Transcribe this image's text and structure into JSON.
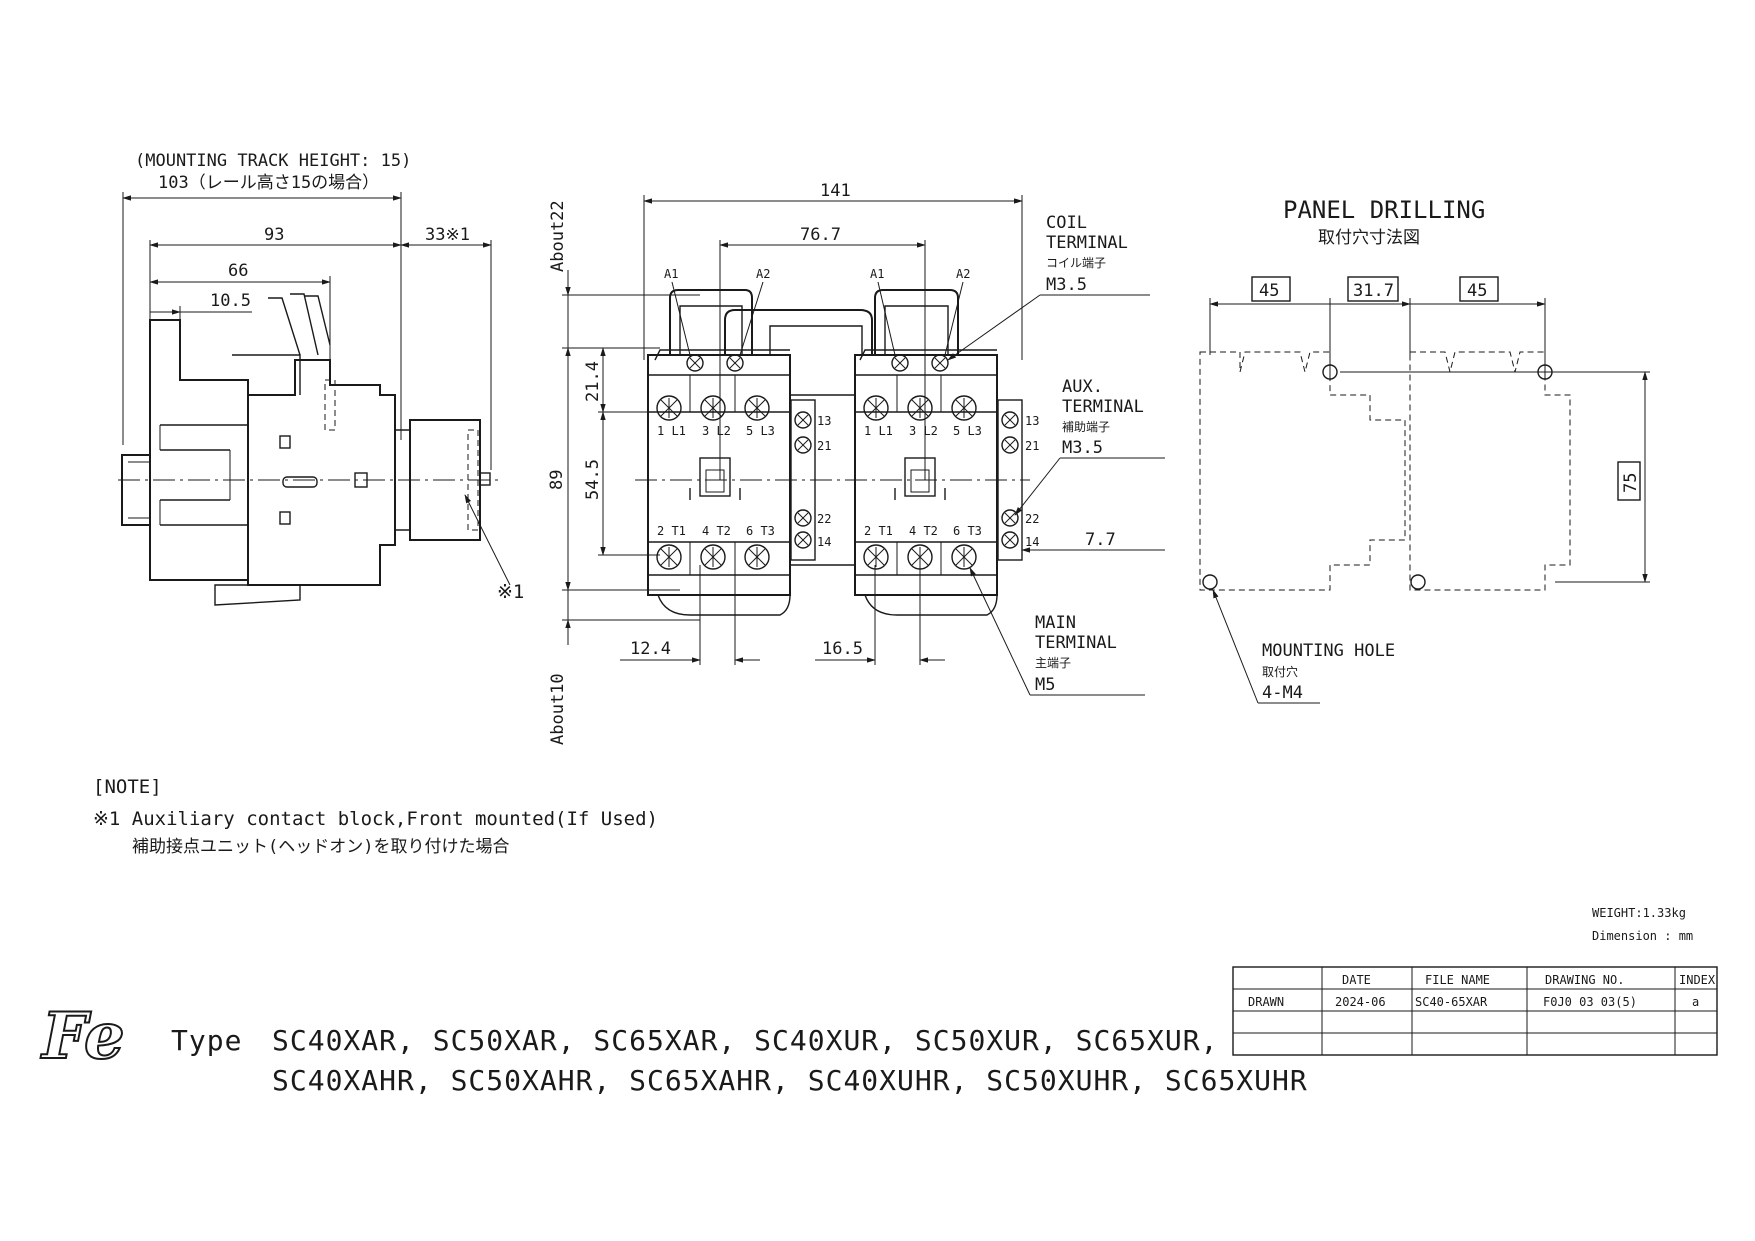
{
  "side_view": {
    "track_height_note": "(MOUNTING TRACK HEIGHT: 15)",
    "overall_dim": "103（レール高さ15の場合）",
    "dims": {
      "d93": "93",
      "d66": "66",
      "d10_5": "10.5",
      "d33": "33※1"
    },
    "callout": "※1"
  },
  "front_view": {
    "dims": {
      "width_141": "141",
      "pitch_76_7": "76.7",
      "about22": "About22",
      "about10": "About10",
      "h89": "89",
      "h21_4": "21.4",
      "h54_5": "54.5",
      "w12_4": "12.4",
      "w16_5": "16.5",
      "w7_7": "7.7"
    },
    "coil_terminal": {
      "line1": "COIL",
      "line2": "TERMINAL",
      "jp": "コイル端子",
      "size": "M3.5"
    },
    "aux_terminal": {
      "line1": "AUX.",
      "line2": "TERMINAL",
      "jp": "補助端子",
      "size": "M3.5"
    },
    "main_terminal": {
      "line1": "MAIN",
      "line2": "TERMINAL",
      "jp": "主端子",
      "size": "M5"
    },
    "terminal_labels": {
      "a1": "A1",
      "a2": "A2",
      "top": [
        "1 L1",
        "3 L2",
        "5 L3"
      ],
      "bottom": [
        "2 T1",
        "4 T2",
        "6 T3"
      ],
      "aux": [
        "13",
        "21",
        "22",
        "14"
      ]
    }
  },
  "panel_drilling": {
    "title": "PANEL DRILLING",
    "title_jp": "取付穴寸法図",
    "dims": {
      "left": "45",
      "mid": "31.7",
      "right": "45",
      "height": "75"
    },
    "mounting_hole": {
      "line1": "MOUNTING HOLE",
      "jp": "取付穴",
      "size": "4-M4"
    }
  },
  "note": {
    "header": "[NOTE]",
    "item1": "※1  Auxiliary contact block,Front mounted(If Used)",
    "item1_jp": "補助接点ユニット(ヘッドオン)を取り付けた場合"
  },
  "spec": {
    "weight": "WEIGHT:1.33kg",
    "dimension": "Dimension : mm"
  },
  "title_block": {
    "headers": [
      "",
      "DATE",
      "FILE NAME",
      "DRAWING NO.",
      "INDEX"
    ],
    "row1": [
      "DRAWN",
      "2024-06",
      "SC40-65XAR",
      "F0J0 03 03(5)",
      "a"
    ]
  },
  "logo": {
    "text": "Fe"
  },
  "type_line": {
    "label": "Type",
    "line1": "SC40XAR, SC50XAR, SC65XAR, SC40XUR, SC50XUR, SC65XUR,",
    "line2": "SC40XAHR, SC50XAHR, SC65XAHR, SC40XUHR, SC50XUHR, SC65XUHR"
  }
}
